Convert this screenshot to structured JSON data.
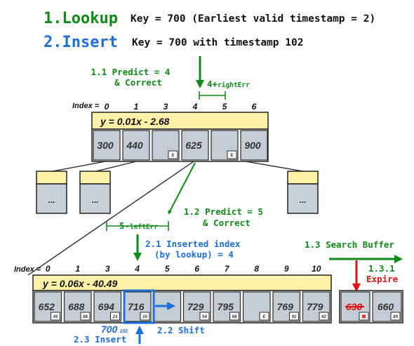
{
  "colors": {
    "green": "#0e8a16",
    "blue": "#1e6fd9",
    "red": "#e01010",
    "model_fill": "#fff2a8",
    "slot_fill": "#c4cdd5",
    "slot_border": "#2a2a2a",
    "leaf_fill": "#c9d1d8"
  },
  "heading": {
    "lookup_num": "1.",
    "lookup_word": "Lookup",
    "lookup_desc": "Key = 700 (Earliest valid timestamp = 2)",
    "insert_num": "2.",
    "insert_word": "Insert",
    "insert_desc": "Key = 700 with timestamp 102"
  },
  "root": {
    "predict_line1": "1.1 Predict = 4",
    "predict_line2": "& Correct",
    "right_err_base": "4+",
    "right_err_sub": "rightErr",
    "index_label": "Index =",
    "indices": [
      "0",
      "1",
      "3",
      "4",
      "5",
      "6"
    ],
    "model": "y = 0.01x - 2.68",
    "slots": [
      {
        "key": "300",
        "ts": ""
      },
      {
        "key": "440",
        "ts": ""
      },
      {
        "key": "",
        "ts": "E"
      },
      {
        "key": "625",
        "ts": ""
      },
      {
        "key": "",
        "ts": "E"
      },
      {
        "key": "900",
        "ts": ""
      }
    ]
  },
  "leaves": {
    "ellipsis": "..."
  },
  "leaf": {
    "predict_line1": "1.2 Predict = 5",
    "predict_line2": "& Correct",
    "left_err_base": "5-",
    "left_err_sub": "leftErr",
    "inserted_line1": "2.1 Inserted index",
    "inserted_line2": "(by lookup) = 4",
    "index_label": "Index =",
    "indices": [
      "0",
      "1",
      "3",
      "4",
      "5",
      "6",
      "7",
      "8",
      "9",
      "10"
    ],
    "model": "y = 0.06x - 40.49",
    "slots": [
      {
        "key": "652",
        "ts": "45"
      },
      {
        "key": "688",
        "ts": "88"
      },
      {
        "key": "694",
        "ts": "23"
      },
      {
        "key": "716",
        "ts": "16"
      },
      {
        "key": "",
        "ts": ""
      },
      {
        "key": "729",
        "ts": "54"
      },
      {
        "key": "795",
        "ts": "68"
      },
      {
        "key": "",
        "ts": "E"
      },
      {
        "key": "769",
        "ts": "92"
      },
      {
        "key": "779",
        "ts": "42"
      }
    ],
    "shift_label": "2.2 Shift",
    "new_key": "700",
    "new_ts": "102",
    "insert_label": "2.3 Insert"
  },
  "buffer": {
    "search_label": "1.3 Search Buffer",
    "expire_line1": "1.3.1",
    "expire_line2": "Expire",
    "slots": [
      {
        "key": "630",
        "ts": "",
        "expired": true
      },
      {
        "key": "660",
        "ts": "89",
        "expired": false
      }
    ]
  }
}
